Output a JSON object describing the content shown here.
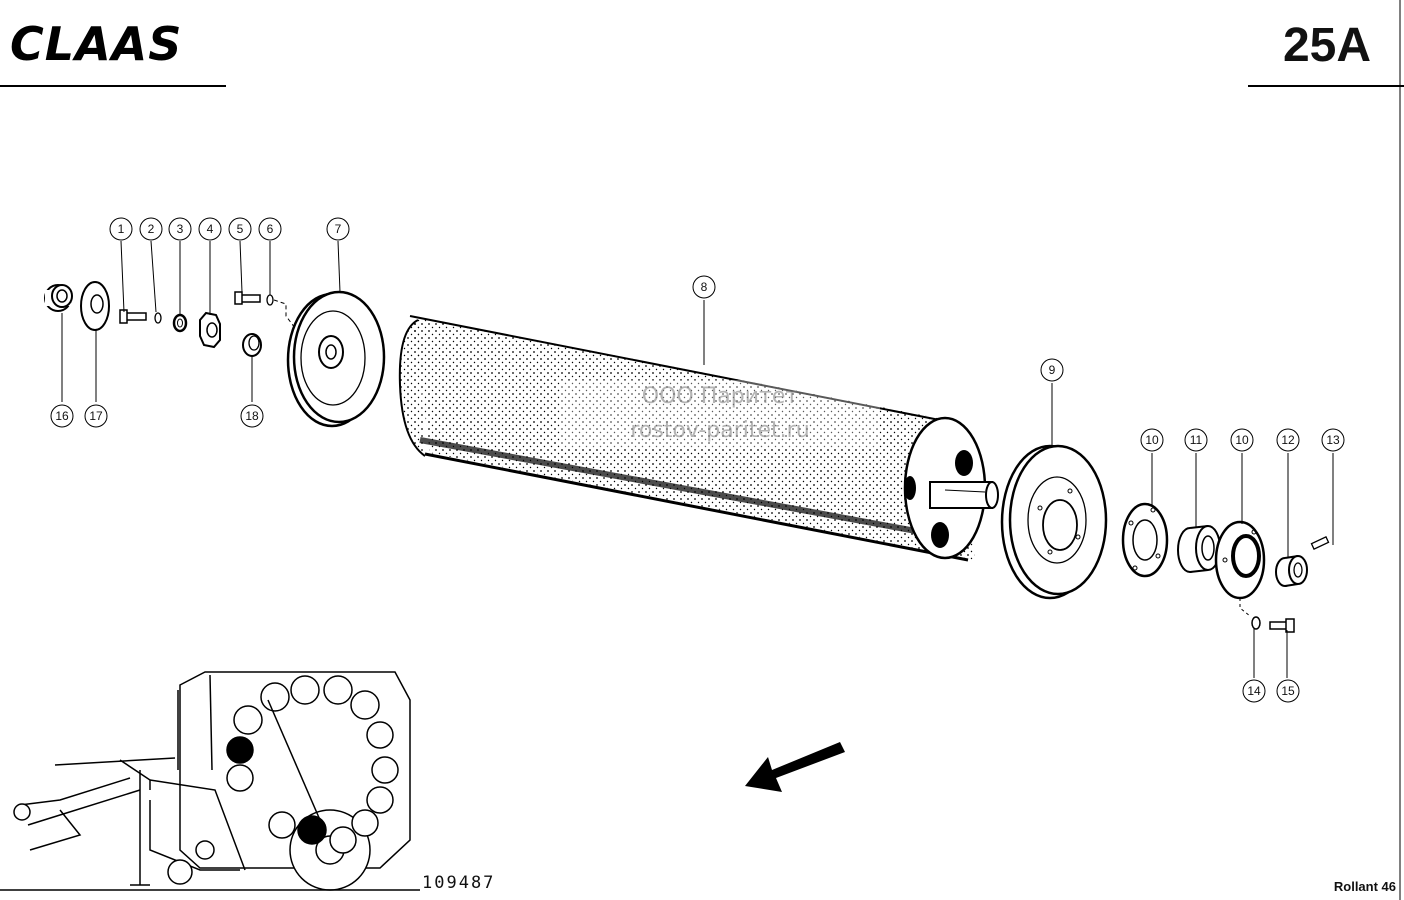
{
  "header": {
    "brand": "CLAAS",
    "page_number": "25A"
  },
  "watermark": {
    "line1": "ООО Паритет",
    "line2": "rostov-paritet.ru"
  },
  "footer": {
    "drawing_number": "109487",
    "model": "Rollant 46"
  },
  "callouts": [
    "1",
    "2",
    "3",
    "4",
    "5",
    "6",
    "7",
    "8",
    "9",
    "10",
    "11",
    "10",
    "12",
    "13",
    "14",
    "15",
    "16",
    "17",
    "18"
  ]
}
